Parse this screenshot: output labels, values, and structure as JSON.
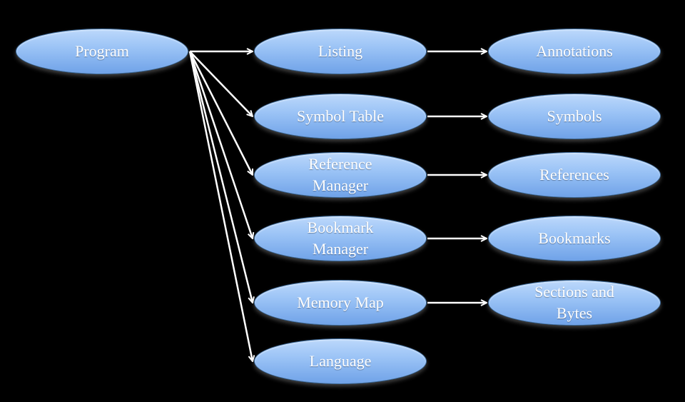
{
  "nodes": {
    "program": "Program",
    "listing": "Listing",
    "annotations": "Annotations",
    "symbol_table": "Symbol Table",
    "symbols": "Symbols",
    "reference_manager": "Reference\nManager",
    "references": "References",
    "bookmark_manager": "Bookmark\nManager",
    "bookmarks": "Bookmarks",
    "memory_map": "Memory Map",
    "sections_and_bytes": "Sections and\nBytes",
    "language": "Language"
  },
  "edges": [
    {
      "from": "program",
      "to": "listing"
    },
    {
      "from": "program",
      "to": "symbol_table"
    },
    {
      "from": "program",
      "to": "reference_manager"
    },
    {
      "from": "program",
      "to": "bookmark_manager"
    },
    {
      "from": "program",
      "to": "memory_map"
    },
    {
      "from": "program",
      "to": "language"
    },
    {
      "from": "listing",
      "to": "annotations"
    },
    {
      "from": "symbol_table",
      "to": "symbols"
    },
    {
      "from": "reference_manager",
      "to": "references"
    },
    {
      "from": "bookmark_manager",
      "to": "bookmarks"
    },
    {
      "from": "memory_map",
      "to": "sections_and_bytes"
    }
  ],
  "colors": {
    "background": "#000000",
    "node_fill_top": "#bcd8fb",
    "node_fill_bottom": "#6fa2e8",
    "node_border": "#3f6ea0",
    "arrow": "#ffffff",
    "label": "#ffffff"
  }
}
